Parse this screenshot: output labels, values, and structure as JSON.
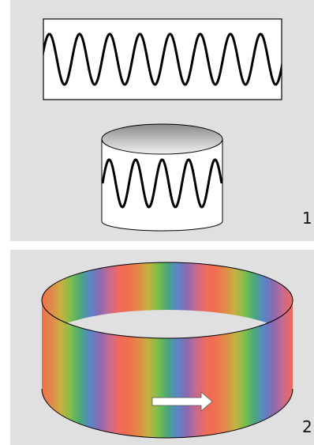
{
  "panels": [
    {
      "number": "1",
      "wave_cycles_strip": 8,
      "wave_cycles_cylinder": 4.5
    },
    {
      "number": "2"
    }
  ],
  "colors": {
    "background": "#ffffff",
    "panel": "#e0e0e0",
    "wave_stroke": "#000000",
    "spectrum_bands": [
      "#f07050",
      "#e08a4a",
      "#c8b040",
      "#7fbf4a",
      "#4aa87a",
      "#5a86c8",
      "#8a6ab0",
      "#c86a90",
      "#f06a5a"
    ]
  },
  "icons": {
    "arrow": "right-arrow-icon"
  }
}
